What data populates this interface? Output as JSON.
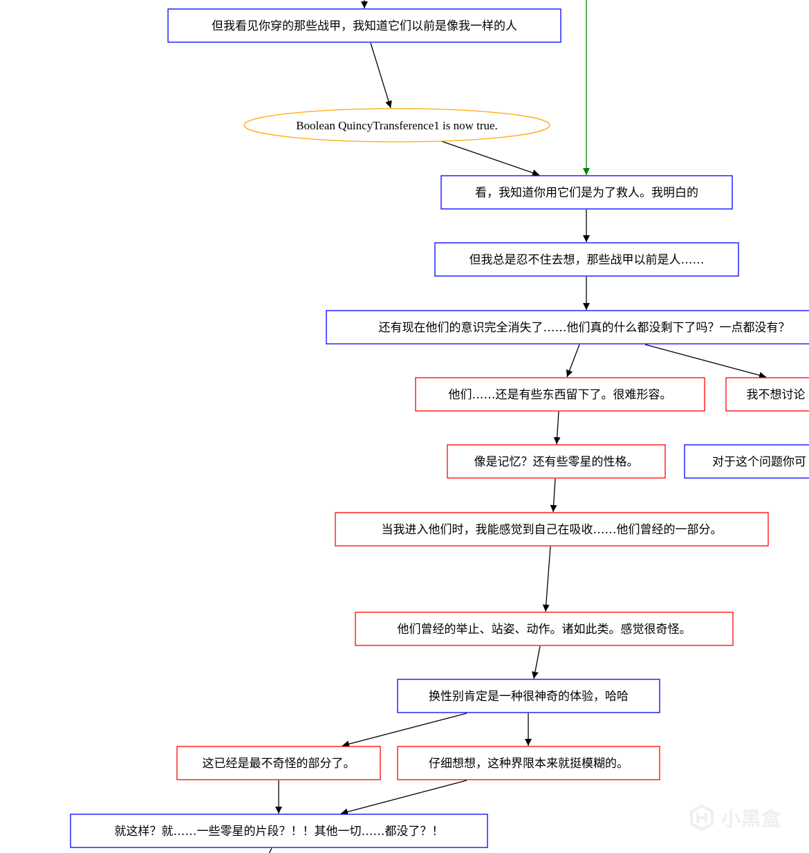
{
  "colors": {
    "blue_node": "#0000ff",
    "red_node": "#ff0000",
    "orange_node": "#ffa500",
    "edge_default": "#000000",
    "edge_green": "#008000",
    "watermark": "#eeeeee"
  },
  "nodes": [
    {
      "id": "n1",
      "text": "但我看见你穿的那些战甲，我知道它们以前是像我一样的人",
      "color": "blue",
      "shape": "box"
    },
    {
      "id": "n2",
      "text": "Boolean QuincyTransference1 is now true.",
      "color": "orange",
      "shape": "ellipse"
    },
    {
      "id": "n3",
      "text": "看，我知道你用它们是为了救人。我明白的",
      "color": "blue",
      "shape": "box"
    },
    {
      "id": "n4",
      "text": "但我总是忍不住去想，那些战甲以前是人……",
      "color": "blue",
      "shape": "box"
    },
    {
      "id": "n5",
      "text": "还有现在他们的意识完全消失了……他们真的什么都没剩下了吗？一点都没有？",
      "color": "blue",
      "shape": "box"
    },
    {
      "id": "n6",
      "text": "他们……还是有些东西留下了。很难形容。",
      "color": "red",
      "shape": "box"
    },
    {
      "id": "n7",
      "text": "我不想讨论",
      "color": "red",
      "shape": "box"
    },
    {
      "id": "n8",
      "text": "像是记忆？还有些零星的性格。",
      "color": "red",
      "shape": "box"
    },
    {
      "id": "n9",
      "text": "对于这个问题你可",
      "color": "blue",
      "shape": "box"
    },
    {
      "id": "n10",
      "text": "当我进入他们时，我能感觉到自己在吸收……他们曾经的一部分。",
      "color": "red",
      "shape": "box"
    },
    {
      "id": "n11",
      "text": "他们曾经的举止、站姿、动作。诸如此类。感觉很奇怪。",
      "color": "red",
      "shape": "box"
    },
    {
      "id": "n12",
      "text": "换性别肯定是一种很神奇的体验，哈哈",
      "color": "blue",
      "shape": "box"
    },
    {
      "id": "n13",
      "text": "这已经是最不奇怪的部分了。",
      "color": "red",
      "shape": "box"
    },
    {
      "id": "n14",
      "text": "仔细想想，这种界限本来就挺模糊的。",
      "color": "red",
      "shape": "box"
    },
    {
      "id": "n15",
      "text": "就这样？就……一些零星的片段？！！其他一切……都没了？！",
      "color": "blue",
      "shape": "box"
    }
  ],
  "edges": [
    {
      "from": "offscreen-top",
      "to": "n1",
      "color": "black"
    },
    {
      "from": "n1",
      "to": "n2",
      "color": "black"
    },
    {
      "from": "n2",
      "to": "n3",
      "color": "black"
    },
    {
      "from": "offscreen-top",
      "to": "n3",
      "color": "green"
    },
    {
      "from": "n3",
      "to": "n4",
      "color": "black"
    },
    {
      "from": "n4",
      "to": "n5",
      "color": "black"
    },
    {
      "from": "n5",
      "to": "n6",
      "color": "black"
    },
    {
      "from": "n5",
      "to": "n7",
      "color": "black"
    },
    {
      "from": "n6",
      "to": "n8",
      "color": "black"
    },
    {
      "from": "n8",
      "to": "n10",
      "color": "black"
    },
    {
      "from": "n10",
      "to": "n11",
      "color": "black"
    },
    {
      "from": "n11",
      "to": "n12",
      "color": "black"
    },
    {
      "from": "n12",
      "to": "n13",
      "color": "black"
    },
    {
      "from": "n12",
      "to": "n14",
      "color": "black"
    },
    {
      "from": "n13",
      "to": "n15",
      "color": "black"
    },
    {
      "from": "n14",
      "to": "n15",
      "color": "black"
    },
    {
      "from": "n15",
      "to": "offscreen-bottom",
      "color": "black"
    }
  ],
  "watermark": {
    "text": "小黑盒",
    "icon": "xiaoheihe-logo-icon"
  }
}
